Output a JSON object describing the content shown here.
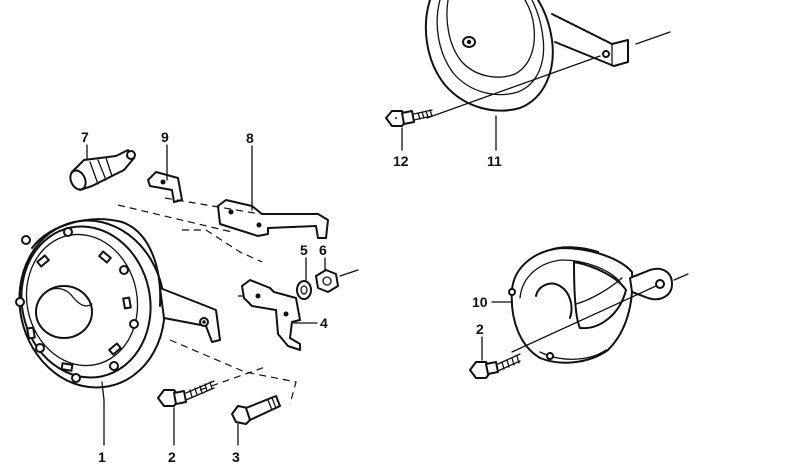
{
  "diagram": {
    "type": "exploded-parts-diagram",
    "colors": {
      "ink": "#111111",
      "paper": "#ffffff"
    },
    "callouts": [
      {
        "id": "c1",
        "text": "1"
      },
      {
        "id": "c2a",
        "text": "2"
      },
      {
        "id": "c2b",
        "text": "2"
      },
      {
        "id": "c3",
        "text": "3"
      },
      {
        "id": "c4",
        "text": "4"
      },
      {
        "id": "c5",
        "text": "5"
      },
      {
        "id": "c6",
        "text": "6"
      },
      {
        "id": "c7",
        "text": "7"
      },
      {
        "id": "c8",
        "text": "8"
      },
      {
        "id": "c9",
        "text": "9"
      },
      {
        "id": "c10",
        "text": "10"
      },
      {
        "id": "c11",
        "text": "11"
      },
      {
        "id": "c12",
        "text": "12"
      }
    ]
  }
}
